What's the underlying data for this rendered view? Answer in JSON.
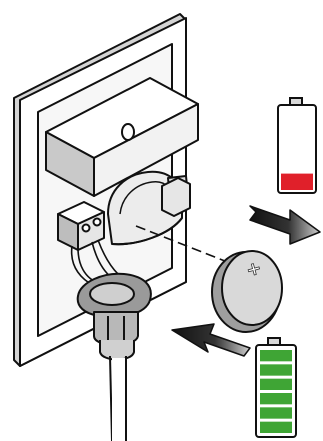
{
  "figure": {
    "kind": "illustration",
    "subject": "coin-cell-battery-replacement"
  },
  "battery_old": {
    "charge_level": 0.2,
    "fill_color": "#e0202a"
  },
  "battery_new": {
    "charge_level": 1.0,
    "segments": 6,
    "fill_color": "#3fa535"
  },
  "coin_cell": {
    "polarity_symbol": "+"
  },
  "arrows": [
    {
      "name": "remove-arrow",
      "direction": "out"
    },
    {
      "name": "insert-arrow",
      "direction": "in"
    }
  ]
}
